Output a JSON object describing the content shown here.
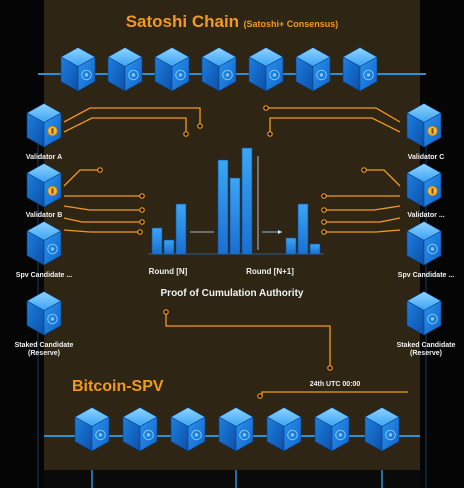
{
  "title": {
    "main": "Satoshi Chain",
    "sub": "(Satoshi+ Consensus)"
  },
  "bottom_title": "Bitcoin-SPV",
  "center_title": "Proof of Cumulation Authority",
  "round_labels": [
    "Round [N]",
    "Round [N+1]"
  ],
  "timestamp": "24th UTC 00:00",
  "validators_left": [
    {
      "label": "Validator A",
      "icon": "lock-icon"
    },
    {
      "label": "Validator B",
      "icon": "coin-icon"
    },
    {
      "label": "Spv Candidate ...",
      "icon": "bitcoin-icon"
    },
    {
      "label": "Staked Candidate (Reserve)",
      "icon": "lock-icon"
    }
  ],
  "validators_right": [
    {
      "label": "Validator C",
      "icon": "coin-icon"
    },
    {
      "label": "Validator ...",
      "icon": "coin-icon"
    },
    {
      "label": "Spv Candidate ...",
      "icon": "bitcoin-icon"
    },
    {
      "label": "Staked Candidate (Reserve)",
      "icon": "lock-icon"
    }
  ],
  "colors": {
    "accent": "#f39a1c",
    "panel": "#2e2514",
    "block": "#1f8ef0",
    "line": "#2d8fd6"
  }
}
